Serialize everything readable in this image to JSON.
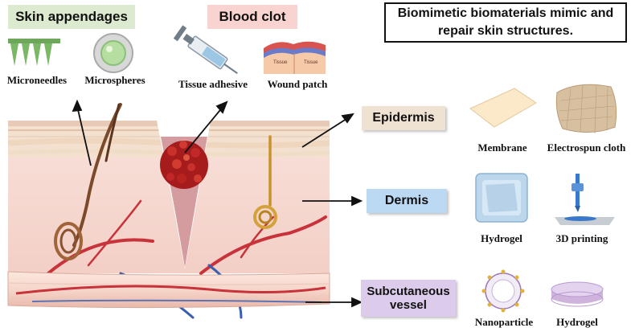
{
  "headings": {
    "skin_appendages": "Skin appendages",
    "blood_clot": "Blood clot",
    "summary": "Biomimetic biomaterials mimic and repair skin structures."
  },
  "appendage_items": [
    "Microneedles",
    "Microspheres"
  ],
  "clot_items": [
    "Tissue adhesive",
    "Wound patch"
  ],
  "patch_tags": [
    "Tissue",
    "Tissue"
  ],
  "layers": {
    "epidermis": "Epidermis",
    "dermis": "Dermis",
    "subcutaneous": "Subcutaneous vessel"
  },
  "epidermis_items": [
    "Membrane",
    "Electrospun cloth"
  ],
  "dermis_items": [
    "Hydrogel",
    "3D printing"
  ],
  "subcutaneous_items": [
    "Nanoparticle",
    "Hydrogel"
  ],
  "colors": {
    "skin_appendages_bg": "#dcead0",
    "blood_clot_bg": "#f8d3d0",
    "epidermis_bg": "#f0e2d3",
    "dermis_bg": "#bcd9f4",
    "subcutaneous_bg": "#dccbea",
    "artery": "#c8323a",
    "vein": "#3a5fb0",
    "skin": "#f7dcd4"
  }
}
